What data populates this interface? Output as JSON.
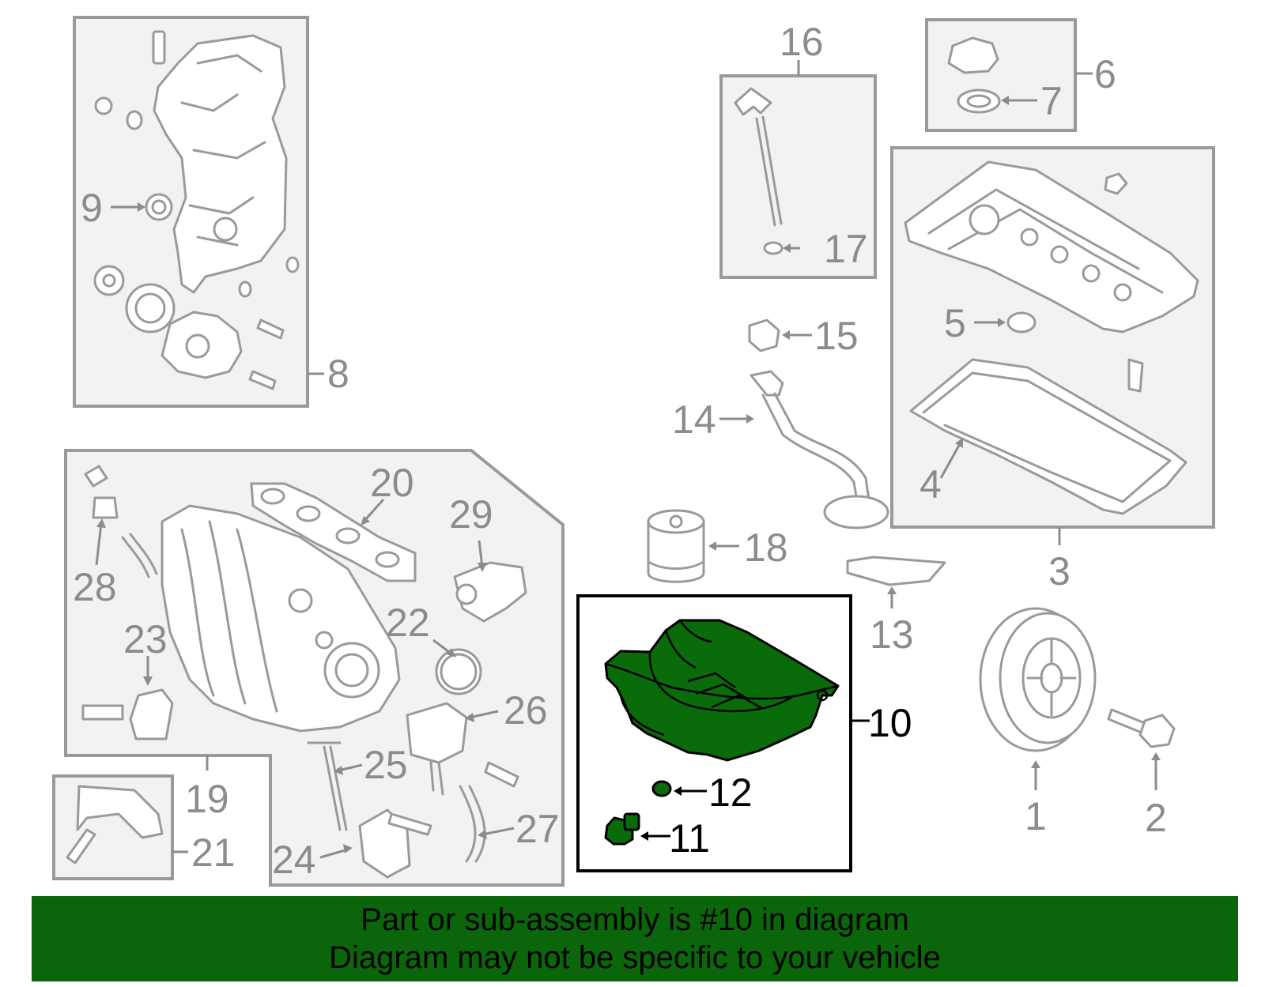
{
  "colors": {
    "highlight_fill": "#0a6b0a",
    "banner_bg": "#0b660b",
    "callout_gray": "#8c8c8c",
    "box_fill": "#f2f2f2"
  },
  "callouts": {
    "c1": "1",
    "c2": "2",
    "c3": "3",
    "c4": "4",
    "c5": "5",
    "c6": "6",
    "c7": "7",
    "c8": "8",
    "c9": "9",
    "c10": "10",
    "c11": "11",
    "c12": "12",
    "c13": "13",
    "c14": "14",
    "c15": "15",
    "c16": "16",
    "c17": "17",
    "c18": "18",
    "c19": "19",
    "c20": "20",
    "c21": "21",
    "c22": "22",
    "c23": "23",
    "c24": "24",
    "c25": "25",
    "c26": "26",
    "c27": "27",
    "c28": "28",
    "c29": "29"
  },
  "highlighted_callout": "10",
  "banner": {
    "line1": "Part or sub-assembly is #10 in diagram",
    "line2": "Diagram may not be specific to your vehicle"
  }
}
